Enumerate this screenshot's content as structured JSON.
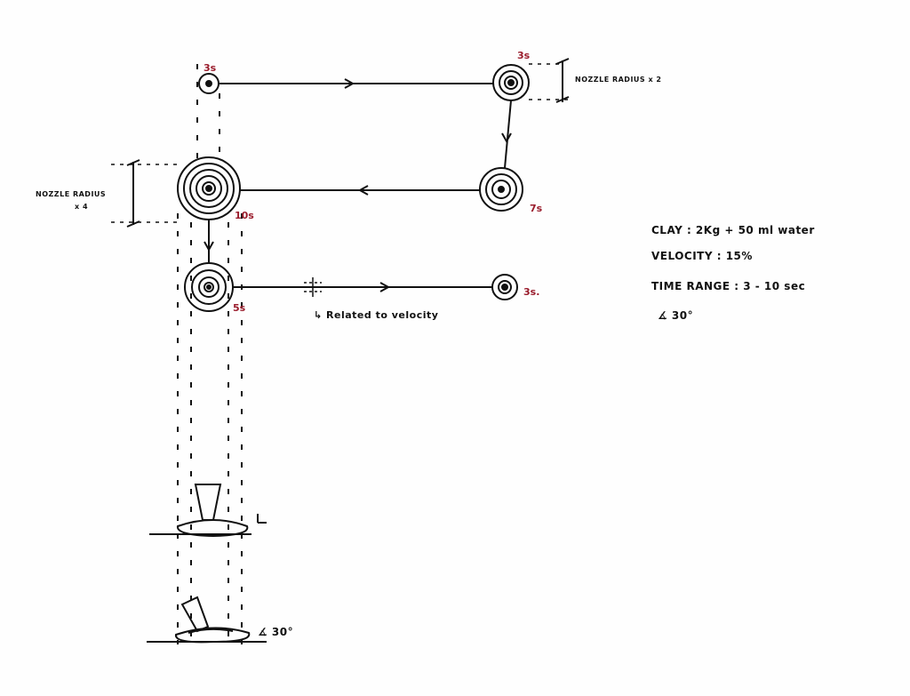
{
  "time_labels": {
    "top_left": "3s",
    "top_right": "3s",
    "right_middle": "7s",
    "big_left": "10s",
    "mid_left": "5s",
    "right_bottom": "3s."
  },
  "annotations": {
    "nozzle_x2": "NOZZLE RADIUS x 2",
    "nozzle_x4_line1": "NOZZLE RADIUS",
    "nozzle_x4_line2": "x 4",
    "velocity_note": "↳ Related to velocity",
    "angle_bottom": "∡ 30°"
  },
  "notes": [
    "CLAY : 2Kg + 50 ml water",
    "VELOCITY : 15%",
    "TIME RANGE : 3 - 10 sec",
    "∡ 30°"
  ],
  "colors": {
    "ink": "#111111",
    "time_label": "#9a1c2c"
  }
}
